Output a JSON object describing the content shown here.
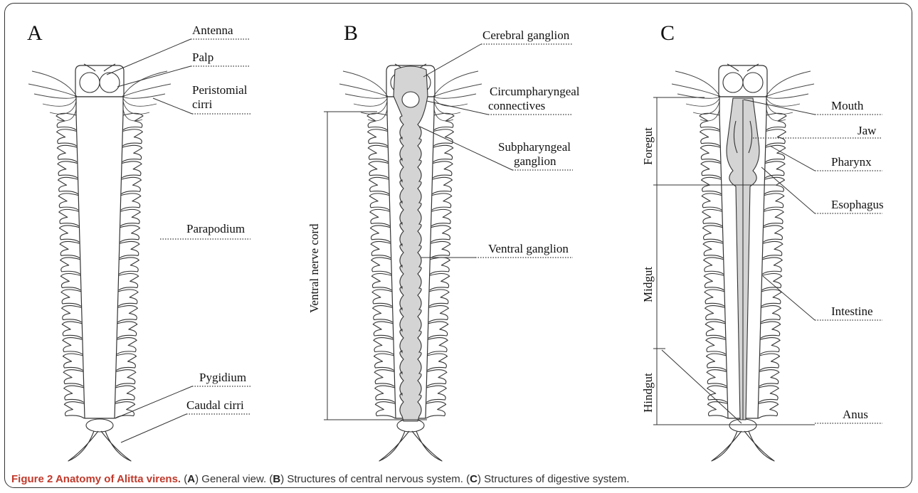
{
  "panels": [
    {
      "letter": "A",
      "labels": [
        "Antenna",
        "Palp",
        "Peristomial",
        "cirri",
        "Parapodium",
        "Pygidium",
        "Caudal cirri"
      ]
    },
    {
      "letter": "B",
      "labels": [
        "Cerebral ganglion",
        "Circumpharyngeal",
        "connectives",
        "Subpharyngeal",
        "ganglion",
        "Ventral ganglion",
        "Ventral nerve cord"
      ]
    },
    {
      "letter": "C",
      "labels": [
        "Mouth",
        "Jaw",
        "Pharynx",
        "Esophagus",
        "Intestine",
        "Anus",
        "Foregut",
        "Midgut",
        "Hindgut"
      ]
    }
  ],
  "caption": {
    "title": "Figure 2 Anatomy of Alitta virens.",
    "parts": [
      {
        "letter": "A",
        "text": "General view."
      },
      {
        "letter": "B",
        "text": "Structures of central nervous system."
      },
      {
        "letter": "C",
        "text": "Structures of digestive system."
      }
    ]
  }
}
